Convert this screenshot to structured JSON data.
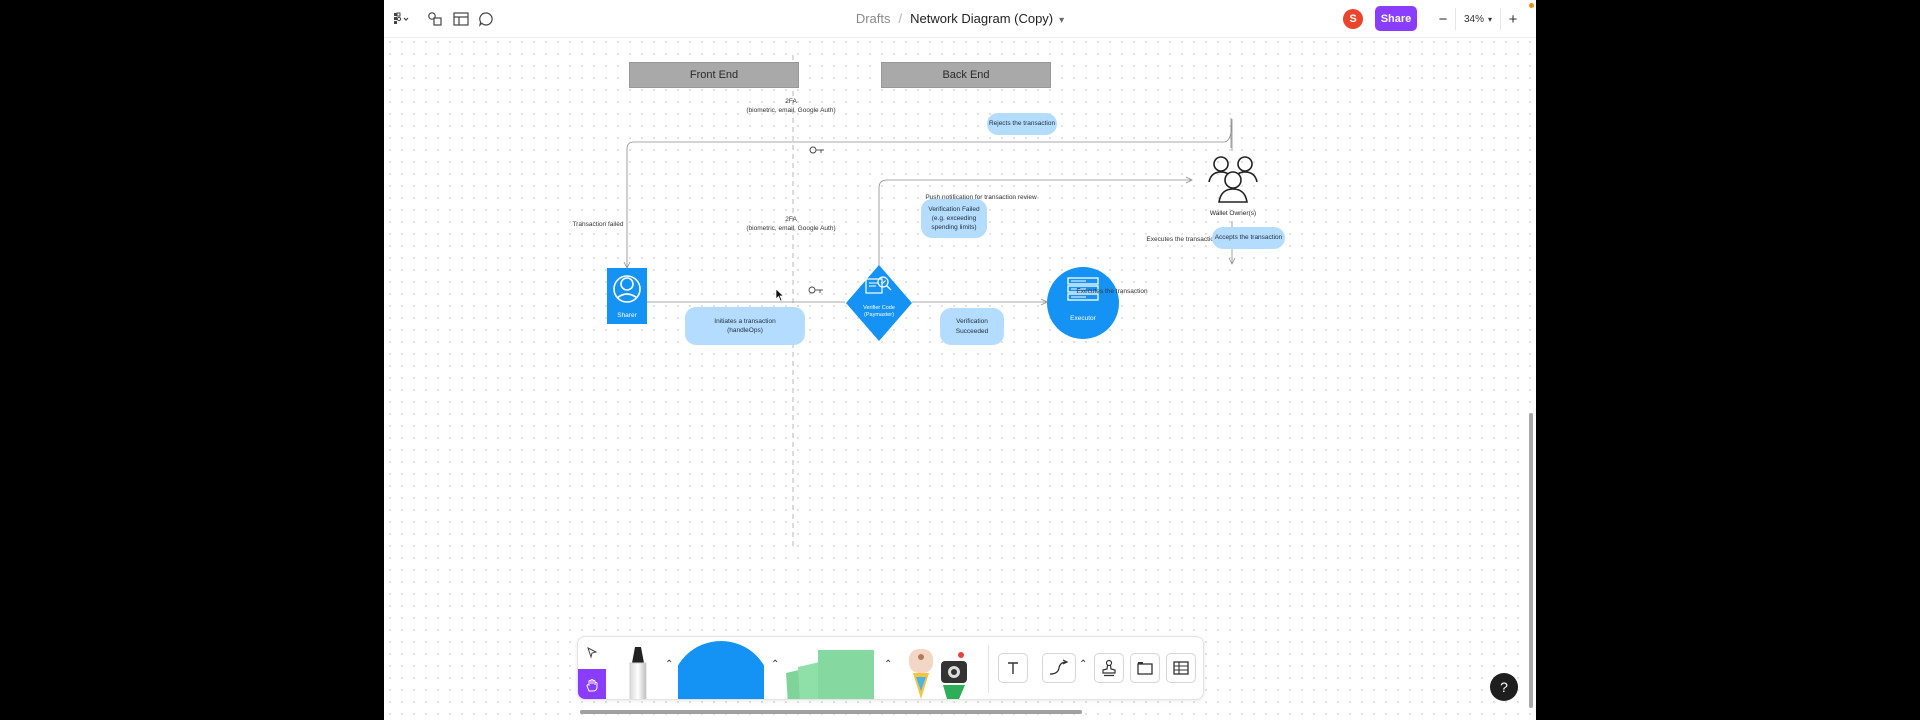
{
  "toolbar": {
    "main_menu_icon": "figjam-menu-icon",
    "breadcrumb_parent": "Drafts",
    "breadcrumb_separator": "/",
    "file_name": "Network Diagram (Copy)",
    "avatar_initial": "S",
    "share_label": "Share",
    "zoom_out_label": "−",
    "zoom_level": "34%",
    "zoom_in_label": "+"
  },
  "colors": {
    "accent": "#8b3dff",
    "node_blue": "#1593f5",
    "sticky_blue": "#b3dcff",
    "lane_header": "#a9a9a9",
    "avatar": "#e8452c"
  },
  "diagram": {
    "lanes": [
      {
        "title": "Front End"
      },
      {
        "title": "Back End"
      }
    ],
    "nodes": {
      "sharer": {
        "label": "Sharer",
        "icon": "user-icon"
      },
      "verifier": {
        "label_line1": "Verifier Code",
        "label_line2": "(Paymaster)",
        "icon": "document-search-icon"
      },
      "executor": {
        "label": "Executor",
        "icon": "server-icon"
      },
      "owners": {
        "label": "Wallet Owner(s)",
        "icon": "users-icon"
      }
    },
    "labels": {
      "twofa_top_line1": "2FA",
      "twofa_top_line2": "(biometric, email, Google Auth)",
      "twofa_mid_line1": "2FA",
      "twofa_mid_line2": "(biometric, email, Google Auth)",
      "transaction_failed": "Transaction failed",
      "push_notification": "Push notification for transaction review",
      "executes_upper": "Executes the transaction",
      "executes_lower": "Executes the transaction"
    },
    "stickies": {
      "rejects": "Rejects the transaction",
      "verification_failed_1": "Verification Failed",
      "verification_failed_2": "(e.g. exceeding",
      "verification_failed_3": "spending limits)",
      "accepts": "Accepts the transaction",
      "initiates_1": "Initiates a transaction",
      "initiates_2": "(handleOps)",
      "succeeded_1": "Verification",
      "succeeded_2": "Succeeded"
    }
  },
  "tray": {
    "tools": [
      "select-tool",
      "hand-tool",
      "marker-tool",
      "shape-tool",
      "sticky-note-tool",
      "stickers-tool",
      "text-tool",
      "connector-tool",
      "stamp-tool",
      "section-tool",
      "table-tool"
    ]
  },
  "help_label": "?"
}
